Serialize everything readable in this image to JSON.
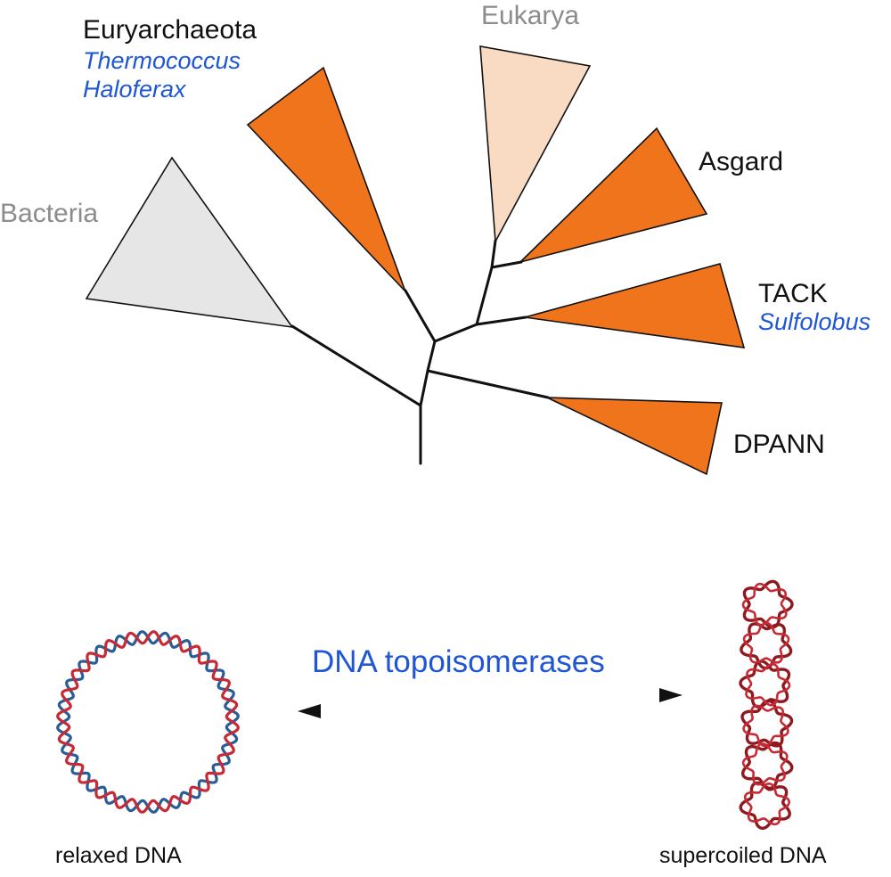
{
  "colors": {
    "clade_archaea": "#ef741c",
    "clade_eukarya": "#f9dbc4",
    "clade_bacteria": "#e6e6e6",
    "text_primary": "#111111",
    "text_muted": "#8c8c8c",
    "text_accent": "#1f56d6",
    "branch": "#111111",
    "dna_strand_red": "#c62a34",
    "dna_strand_blue": "#2a5d96"
  },
  "tree": {
    "euryarchaeota": {
      "label": "Euryarchaeota",
      "examples": [
        "Thermococcus",
        "Haloferax"
      ]
    },
    "eukarya": {
      "label": "Eukarya"
    },
    "asgard": {
      "label": "Asgard"
    },
    "bacteria": {
      "label": "Bacteria"
    },
    "tack": {
      "label": "TACK",
      "examples": [
        "Sulfolobus"
      ]
    },
    "dpann": {
      "label": "DPANN"
    }
  },
  "reaction": {
    "enzyme_label": "DNA topoisomerases",
    "left_label": "relaxed DNA",
    "right_label": "supercoiled DNA"
  }
}
